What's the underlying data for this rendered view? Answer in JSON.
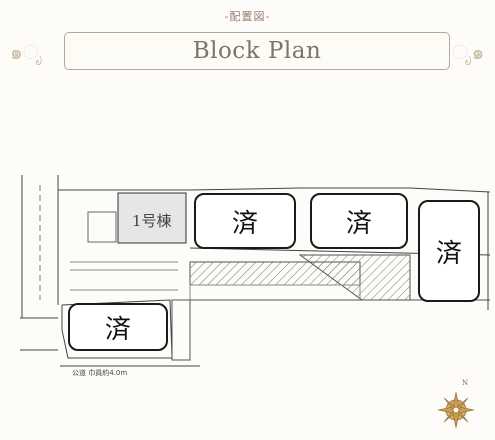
{
  "header": {
    "subtitle": "-配置図-",
    "title": "Block Plan"
  },
  "plan": {
    "lot1_label": "1号棟",
    "sold_label": "済",
    "road_label": "公道 巾員約4.0m",
    "sold_count": 4
  },
  "compass": {
    "north_label": "N"
  }
}
